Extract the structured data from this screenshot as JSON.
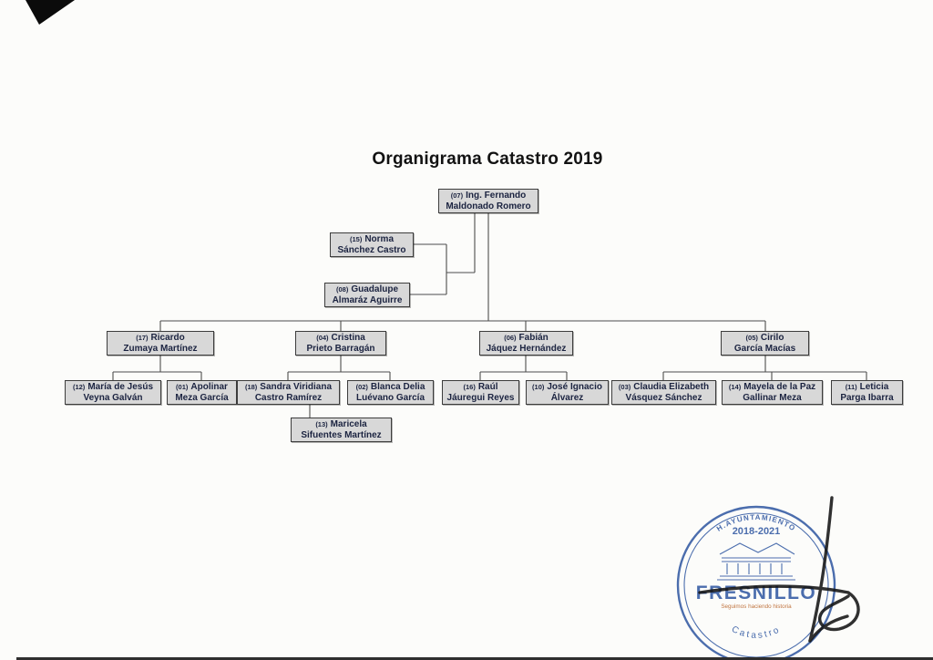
{
  "page": {
    "title": "Organigrama Catastro 2019"
  },
  "nodes": {
    "n07": {
      "num": "(07)",
      "line1": "Ing. Fernando",
      "line2": "Maldonado Romero"
    },
    "n15": {
      "num": "(15)",
      "line1": "Norma",
      "line2": "Sánchez Castro"
    },
    "n08": {
      "num": "(08)",
      "line1": "Guadalupe",
      "line2": "Almaráz Aguirre"
    },
    "n17": {
      "num": "(17)",
      "line1": "Ricardo",
      "line2": "Zumaya Martínez"
    },
    "n04": {
      "num": "(04)",
      "line1": "Cristina",
      "line2": "Prieto Barragán"
    },
    "n06": {
      "num": "(06)",
      "line1": "Fabián",
      "line2": "Jáquez Hernández"
    },
    "n05": {
      "num": "(05)",
      "line1": "Cirilo",
      "line2": "García Macías"
    },
    "n12": {
      "num": "(12)",
      "line1": "María de Jesús",
      "line2": "Veyna Galván"
    },
    "n01": {
      "num": "(01)",
      "line1": "Apolinar",
      "line2": "Meza García"
    },
    "n18": {
      "num": "(18)",
      "line1": "Sandra Viridiana",
      "line2": "Castro Ramírez"
    },
    "n02": {
      "num": "(02)",
      "line1": "Blanca Delia",
      "line2": "Luévano García"
    },
    "n16": {
      "num": "(16)",
      "line1": "Raúl",
      "line2": "Jáuregui Reyes"
    },
    "n10": {
      "num": "(10)",
      "line1": "José Ignacio",
      "line2": "Álvarez"
    },
    "n03": {
      "num": "(03)",
      "line1": "Claudia Elizabeth",
      "line2": "Vásquez Sánchez"
    },
    "n14": {
      "num": "(14)",
      "line1": "Mayela de la Paz",
      "line2": "Gallinar Meza"
    },
    "n11": {
      "num": "(11)",
      "line1": "Leticia",
      "line2": "Parga Ibarra"
    },
    "n13": {
      "num": "(13)",
      "line1": "Maricela",
      "line2": "Sifuentes Martínez"
    }
  },
  "hierarchy": {
    "root": "n07",
    "staff_of_root": [
      "n15",
      "n08"
    ],
    "children_of_root": [
      "n17",
      "n04",
      "n06",
      "n05"
    ],
    "children_of_n17": [
      "n12",
      "n01"
    ],
    "children_of_n04": [
      "n18",
      "n02"
    ],
    "children_of_n06": [
      "n16",
      "n10"
    ],
    "children_of_n05": [
      "n03",
      "n14",
      "n11"
    ],
    "children_of_n18": [
      "n13"
    ]
  },
  "stamp": {
    "arc_top": "H.AYUNTAMIENTO",
    "years": "2018-2021",
    "name": "FRESNILLO",
    "tagline": "Seguimos haciendo historia",
    "arc_bottom": "Catastro",
    "color": "#3e63a8",
    "tagline_color": "#bc6b33"
  },
  "colors": {
    "box_fill": "#d8d8d8",
    "box_border": "#3c3c3c",
    "box_text": "#1b2340",
    "connector_line": "#4d4d4d",
    "stamp_blue": "#3e63a8",
    "signature_ink": "#151515"
  }
}
